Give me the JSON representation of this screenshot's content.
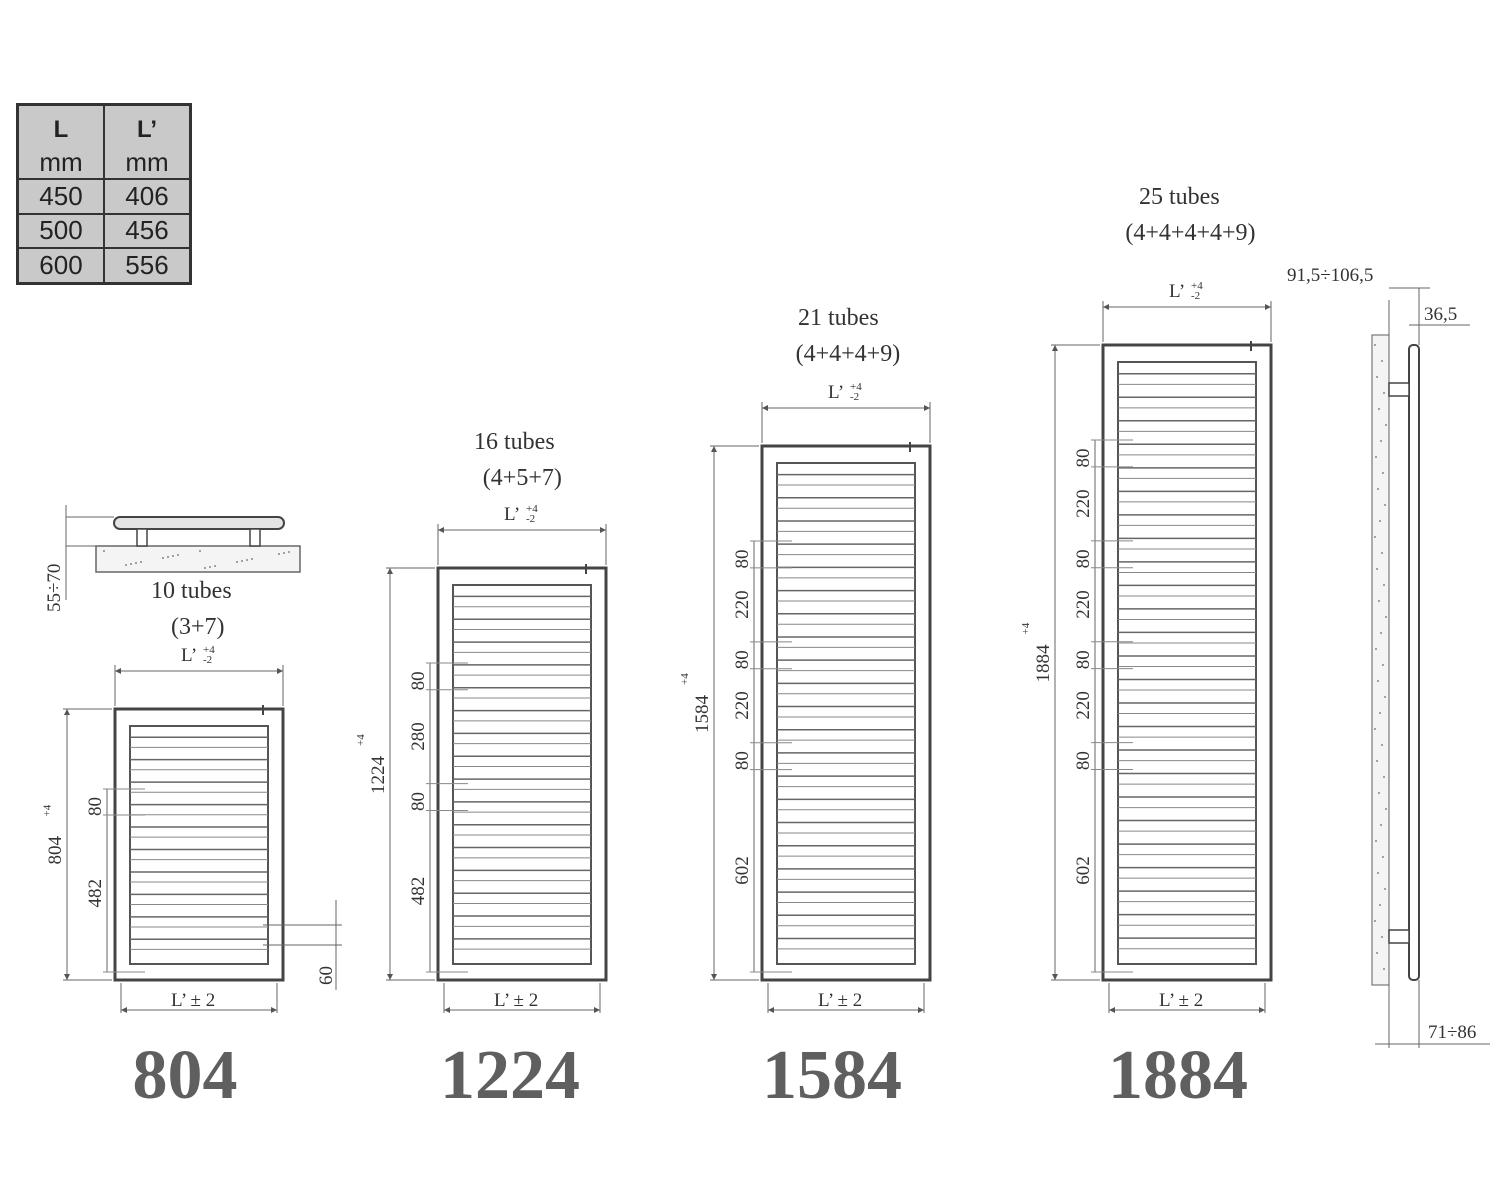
{
  "table": {
    "headers": [
      "L",
      "L’"
    ],
    "units": [
      "mm",
      "mm"
    ],
    "rows": [
      [
        "450",
        "406"
      ],
      [
        "500",
        "456"
      ],
      [
        "600",
        "556"
      ]
    ]
  },
  "side_view": {
    "top_dim": "91,5÷106,5",
    "depth_dim": "36,5",
    "bottom_dim": "71÷86"
  },
  "top_view": {
    "depth_dim": "55÷70"
  },
  "width_label": "L’",
  "width_tol_plus": "+4",
  "width_tol_minus": "-2",
  "bottom_width_label": "L’ ± 2",
  "models": [
    {
      "height": "804",
      "tubes": "10 tubes",
      "groups": "(3+7)",
      "height_dim": "804",
      "gaps": [
        "80",
        "482"
      ],
      "extra_dim": "60"
    },
    {
      "height": "1224",
      "tubes": "16 tubes",
      "groups": "(4+5+7)",
      "height_dim": "1224",
      "gaps": [
        "80",
        "280",
        "80",
        "482"
      ]
    },
    {
      "height": "1584",
      "tubes": "21 tubes",
      "groups": "(4+4+4+9)",
      "height_dim": "1584",
      "gaps": [
        "80",
        "220",
        "80",
        "220",
        "80",
        "602"
      ]
    },
    {
      "height": "1884",
      "tubes": "25 tubes",
      "groups": "(4+4+4+4+9)",
      "height_dim": "1884",
      "gaps": [
        "80",
        "220",
        "80",
        "220",
        "80",
        "220",
        "80",
        "602"
      ]
    }
  ]
}
